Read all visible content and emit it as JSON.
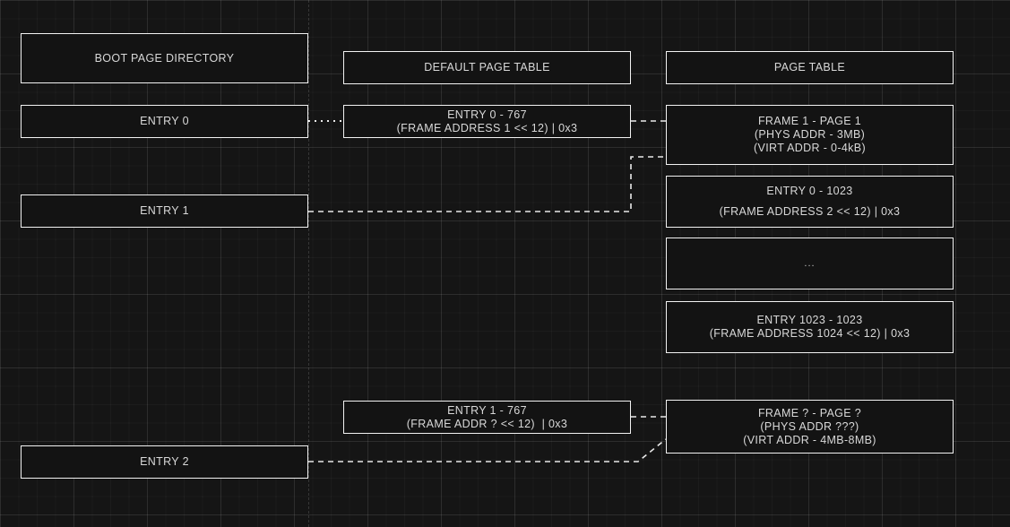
{
  "diagram": {
    "title": "Boot Page Directory / Page Table mapping",
    "background_color": "#151515",
    "node_border_color": "#f2f2f2",
    "node_fill_color": "#131313",
    "text_color": "#d8d8d8",
    "link_color": "#eaeaea"
  },
  "columns": {
    "boot_page_directory": {
      "header": "BOOT PAGE DIRECTORY",
      "entries": [
        {
          "label": "ENTRY 0"
        },
        {
          "label": "ENTRY 1"
        },
        {
          "label": "ENTRY 2"
        }
      ]
    },
    "default_page_table": {
      "header": "DEFAULT PAGE TABLE",
      "entries": [
        {
          "line1": "ENTRY 0 - 767",
          "line2": "(FRAME ADDRESS 1 << 12) | 0x3"
        },
        {
          "line1": "ENTRY 1 - 767",
          "line2": "(FRAME ADDR ? << 12)  | 0x3"
        }
      ]
    },
    "page_table": {
      "header": "PAGE TABLE",
      "entries": [
        {
          "line1": "FRAME 1 - PAGE 1",
          "line2": "(PHYS ADDR - 3MB)",
          "line3": "(VIRT ADDR - 0-4kB)"
        },
        {
          "line1": "ENTRY 0 - 1023",
          "line2": "(FRAME ADDRESS 2 << 12) | 0x3"
        },
        {
          "line1": "..."
        },
        {
          "line1": "ENTRY 1023 - 1023",
          "line2": "(FRAME ADDRESS 1024 << 12) | 0x3"
        },
        {
          "line1": "FRAME ? - PAGE ?",
          "line2": "(PHYS ADDR ???)",
          "line3": "(VIRT ADDR - 4MB-8MB)"
        }
      ]
    }
  },
  "connectors": [
    {
      "name": "entry0-to-default-entry0",
      "style": "dotted"
    },
    {
      "name": "default-entry0-to-frame1",
      "style": "dashed"
    },
    {
      "name": "entry1-to-frame1",
      "style": "dashed"
    },
    {
      "name": "default-entry1-to-frameq",
      "style": "dashed"
    },
    {
      "name": "entry2-to-frameq",
      "style": "dashed"
    }
  ]
}
